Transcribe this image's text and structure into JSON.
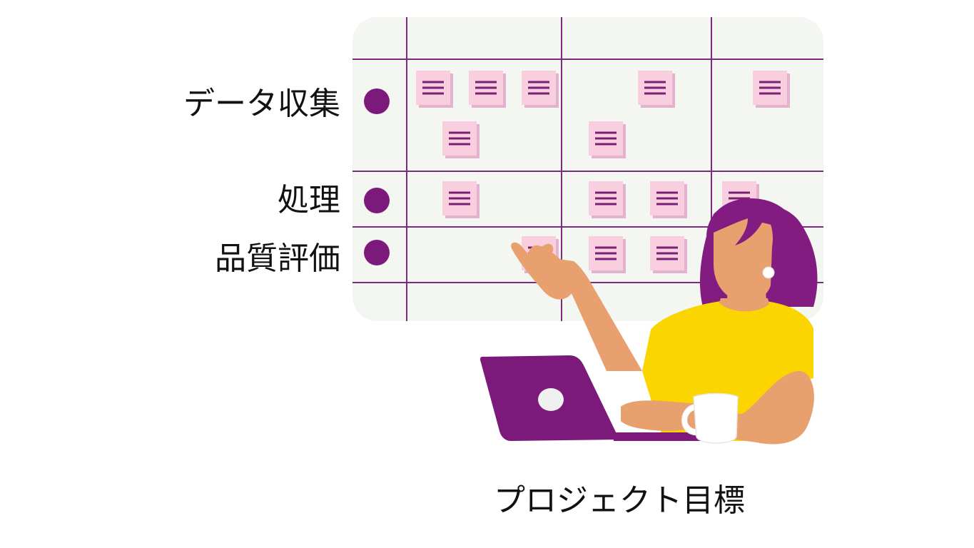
{
  "rows": [
    {
      "label": "データ収集"
    },
    {
      "label": "処理"
    },
    {
      "label": "品質評価"
    }
  ],
  "caption": "プロジェクト目標",
  "colors": {
    "board_background": "#f3f6f1",
    "grid_line": "#7a2a80",
    "row_dot": "#7b1a7a",
    "sticky_note": "#f9cfe0",
    "sticky_note_shadow": "#e3b2cf",
    "sticky_note_lines": "#7a1f78",
    "hair": "#821c80",
    "skin": "#e8a06e",
    "shirt": "#fbd500",
    "laptop": "#7b1a7a",
    "mug": "#ffffff"
  },
  "icons": [
    "sticky-note-icon",
    "row-dot-icon",
    "laptop-icon",
    "mug-icon",
    "earring-icon"
  ]
}
